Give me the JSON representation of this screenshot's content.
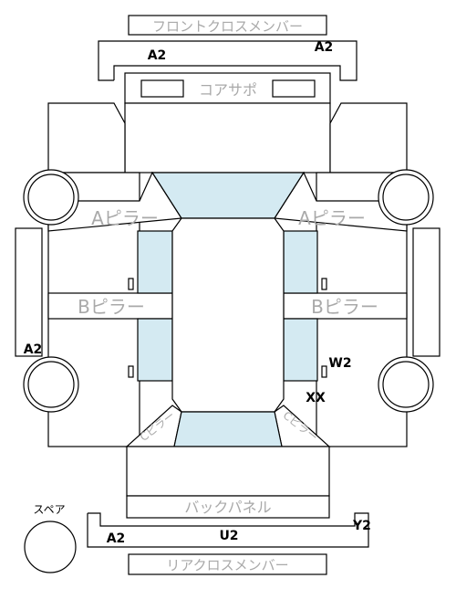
{
  "labels": {
    "front_cross_member": "フロントクロスメンバー",
    "core_support": "コアサポ",
    "a_pillar": "Aピラー",
    "b_pillar": "Bピラー",
    "c_pillar": "Cピラー",
    "back_panel": "バックパネル",
    "rear_cross_member": "リアクロスメンバー",
    "spare": "スペア"
  },
  "codes": {
    "front_member_left": "A2",
    "front_member_right": "A2",
    "left_side": "A2",
    "right_rear_door": "W2",
    "right_rear": "XX",
    "rear_member_left": "A2",
    "rear_member_center": "U2",
    "rear_member_right": "Y2"
  },
  "colors": {
    "glass": "#d4eaf2",
    "label_gray": "#a9a9a9",
    "line": "#000000"
  }
}
